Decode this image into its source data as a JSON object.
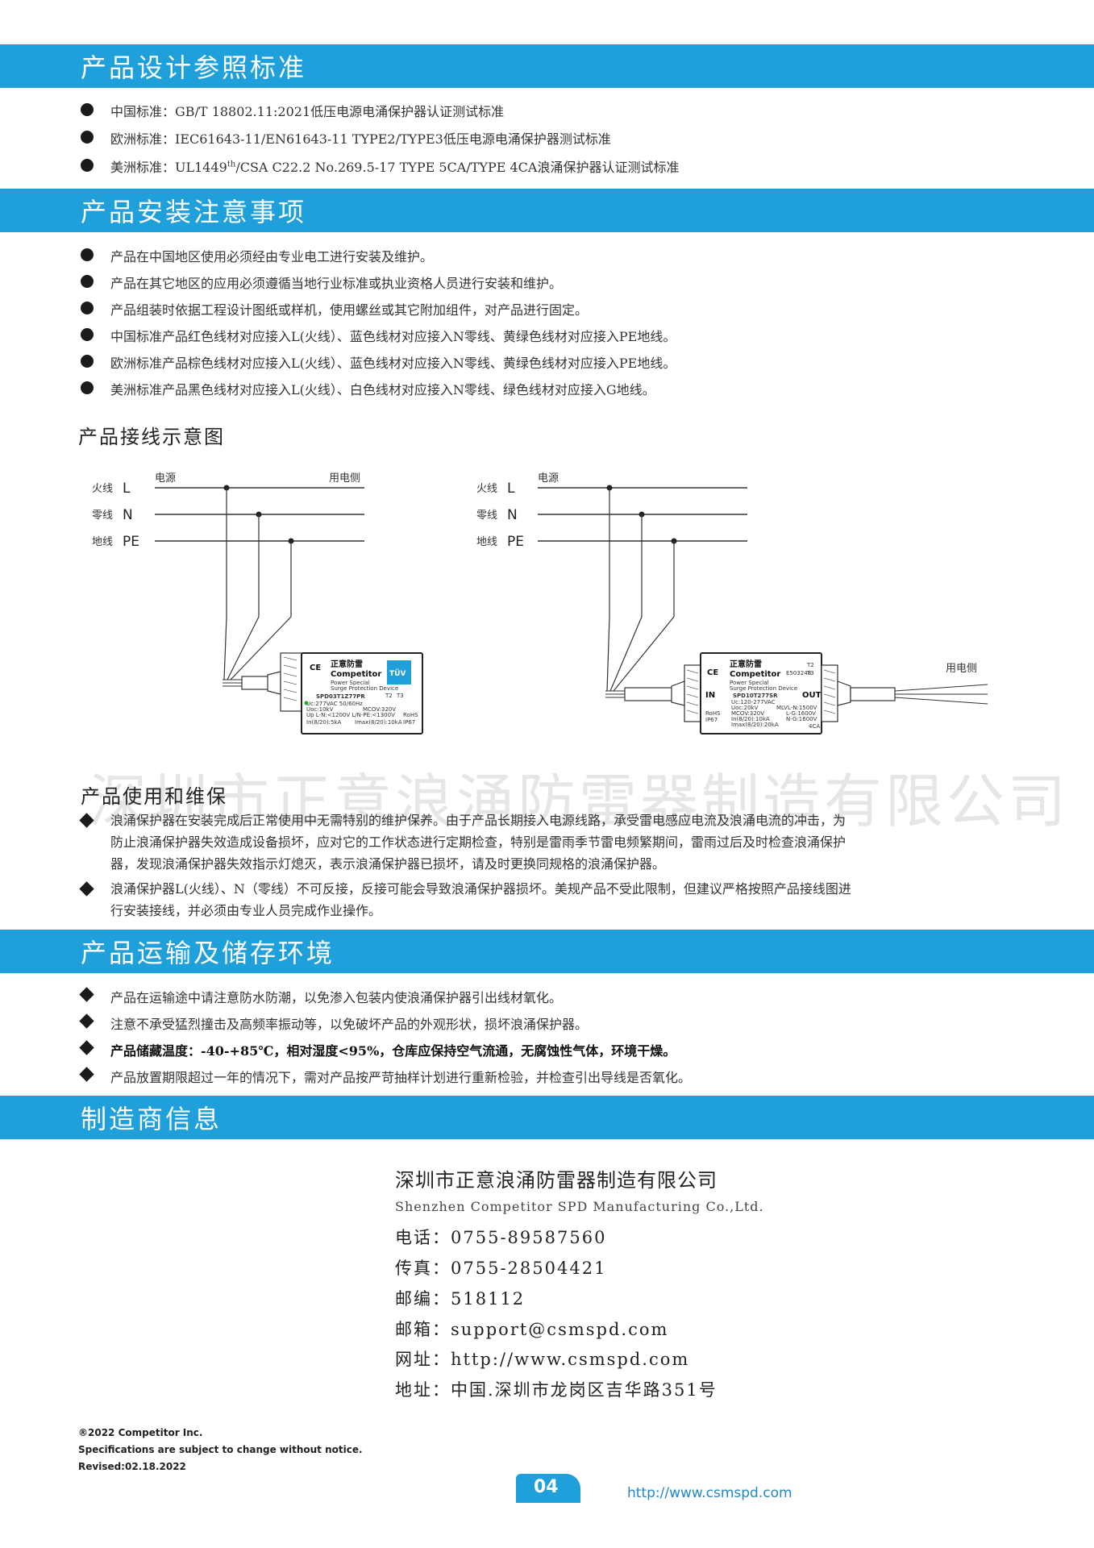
{
  "watermark": "深圳市正意浪涌防雷器制造有限公司",
  "sections": {
    "standards": {
      "title": "产品设计参照标准",
      "items": [
        "中国标准：GB/T 18802.11:2021低压电源电涌保护器认证测试标准",
        "欧洲标准：IEC61643-11/EN61643-11 TYPE2/TYPE3低压电源电涌保护器测试标准",
        "美洲标准：UL1449",
        "th",
        "/CSA C22.2 No.269.5-17 TYPE 5CA/TYPE 4CA浪涌保护器认证测试标准"
      ]
    },
    "install": {
      "title": "产品安装注意事项",
      "items": [
        "产品在中国地区使用必须经由专业电工进行安装及维护。",
        "产品在其它地区的应用必须遵循当地行业标准或执业资格人员进行安装和维护。",
        "产品组装时依据工程设计图纸或样机，使用螺丝或其它附加组件，对产品进行固定。",
        "中国标准产品红色线材对应接入L(火线）、蓝色线材对应接入N零线、黄绿色线材对应接入PE地线。",
        "欧洲标准产品棕色线材对应接入L(火线）、蓝色线材对应接入N零线、黄绿色线材对应接入PE地线。",
        "美洲标准产品黑色线材对应接入L(火线）、白色线材对应接入N零线、绿色线材对应接入G地线。"
      ]
    },
    "wiring": {
      "title": "产品接线示意图",
      "left": {
        "live": "火线",
        "neutral": "零线",
        "ground": "地线",
        "L": "L",
        "N": "N",
        "PE": "PE",
        "source": "电源",
        "load": "用电侧",
        "device": {
          "ce": "CE",
          "brand_cn": "正意防雷",
          "brand_en": "Competitor",
          "line1": "Power Special",
          "line2": "Surge Protection Device",
          "model": "SPD03T1Z77PR",
          "spec1": "Uc:277VAC 50/60Hz",
          "spec2": "MCOV:320V",
          "spec3": "Uoc:10kV",
          "spec4": "Up L-N:<1200V  L/N-PE:<1300V",
          "spec5": "In(8/20):5kA",
          "spec6": "Imax(8/20):10kA",
          "t2": "T2",
          "t3": "T3",
          "rohs": "RoHS",
          "ip": "IP67",
          "tuv": "TÜV"
        }
      },
      "right": {
        "live": "火线",
        "neutral": "零线",
        "ground": "地线",
        "L": "L",
        "N": "N",
        "PE": "PE",
        "source": "电源",
        "load": "用电侧",
        "device": {
          "ce": "CE",
          "brand_cn": "正意防雷",
          "brand_en": "Competitor",
          "line1": "Power Special",
          "line2": "Surge Protection Device",
          "model": "SPD10T277SR",
          "spec1": "Uc:120-277VAC",
          "spec2": "MLVL-N:1500V",
          "spec3": "Uoc:20kV",
          "spec4": "L-G:1600V",
          "spec5": "MCOV:320V",
          "spec6": "N-G:1600V",
          "spec7": "In(8/20):10kA",
          "spec8": "Imax(8/20):20kA",
          "in": "IN",
          "out": "OUT",
          "t2": "T2",
          "t3": "T3",
          "rohs": "RoHS",
          "ip": "IP67",
          "ul": "E503248",
          "ca": "4CA"
        }
      }
    },
    "maintenance": {
      "title": "产品使用和维保",
      "items": [
        [
          "浪涌保护器在安装完成后正常使用中无需特别的维护保养。由于产品长期接入电源线路，承受雷电感应电流及浪涌电流的冲击，为",
          "防止浪涌保护器失效造成设备损坏，应对它的工作状态进行定期检查，特别是雷雨季节雷电频繁期间，雷雨过后及时检查浪涌保护",
          "器，发现浪涌保护器失效指示灯熄灭，表示浪涌保护器已损坏，请及时更换同规格的浪涌保护器。"
        ],
        [
          "浪涌保护器L(火线）、N（零线）不可反接，反接可能会导致浪涌保护器损坏。美规产品不受此限制，但建议严格按照产品接线图进",
          "行安装接线，并必须由专业人员完成作业操作。"
        ]
      ]
    },
    "transport": {
      "title": "产品运输及储存环境",
      "items": [
        "产品在运输途中请注意防水防潮，以免渗入包装内使浪涌保护器引出线材氧化。",
        "注意不承受猛烈撞击及高频率振动等，以免破坏产品的外观形状，损坏浪涌保护器。",
        "产品储藏温度：-40-+85℃，相对湿度<95%，仓库应保持空气流通，无腐蚀性气体，环境干燥。",
        "产品放置期限超过一年的情况下，需对产品按严苛抽样计划进行重新检验，并检查引出导线是否氧化。"
      ]
    },
    "maker": {
      "title": "制造商信息",
      "company_cn": "深圳市正意浪涌防雷器制造有限公司",
      "company_en": "Shenzhen Competitor SPD Manufacturing Co.,Ltd.",
      "lines": [
        "电话：0755-89587560",
        "传真：0755-28504421",
        "邮编：518112",
        "邮箱：support@csmspd.com",
        "网址：http://www.csmspd.com",
        "地址：中国.深圳市龙岗区吉华路351号"
      ]
    }
  },
  "footer": {
    "copyright": "®2022 Competitor Inc.",
    "notice": "Specifications are subject to change without notice.",
    "revised": "Revised:02.18.2022",
    "page": "04",
    "url": "http://www.csmspd.com"
  },
  "colors": {
    "band": "#1fa0db",
    "text": "#222222"
  }
}
